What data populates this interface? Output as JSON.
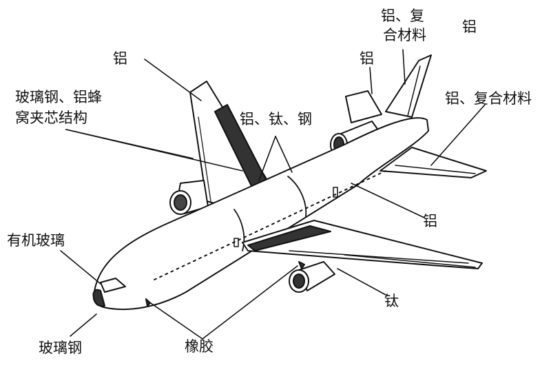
{
  "labels": {
    "aluminum_composite_top": [
      "铝、复",
      "合材料"
    ],
    "aluminum_fin_top": "铝",
    "aluminum_engine_top": "铝",
    "aluminum_wing_left": "铝",
    "fiberglass_honeycomb": [
      "玻璃钢、铝蜂",
      "窝夹芯结构"
    ],
    "al_ti_steel": "铝、钛、钢",
    "aluminum_composite_right": "铝、复合材料",
    "aluminum_fuselage": "铝",
    "organic_glass": "有机玻璃",
    "titanium": "钛",
    "fiberglass": "玻璃钢",
    "rubber": "橡胶"
  }
}
